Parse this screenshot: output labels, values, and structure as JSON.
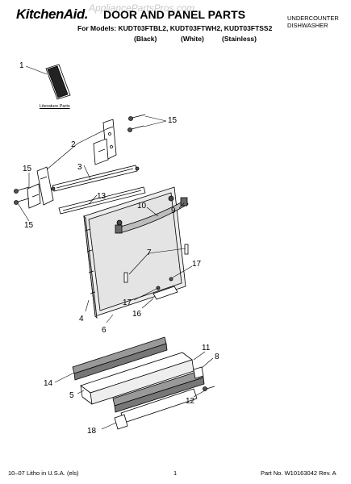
{
  "header": {
    "brand": "KitchenAid.",
    "title": "DOOR AND PANEL PARTS",
    "models": "For Models: KUDT03FTBL2, KUDT03FTWH2, KUDT03FTSS2",
    "finishes": [
      "(Black)",
      "(White)",
      "(Stainless)"
    ],
    "appliance_line1": "UNDERCOUNTER",
    "appliance_line2": "DISHWASHER",
    "watermark": "AppliancePartsPros.com"
  },
  "diagram": {
    "literature_label": "Literature Parts",
    "callouts": {
      "c1": "1",
      "c2": "2",
      "c3": "3",
      "c4": "4",
      "c5": "5",
      "c6": "6",
      "c7": "7",
      "c8": "8",
      "c9": "9",
      "c10": "10",
      "c11": "11",
      "c12": "12",
      "c13": "13",
      "c14": "14",
      "c15a": "15",
      "c15b": "15",
      "c15c": "15",
      "c16": "16",
      "c17a": "17",
      "c17b": "17",
      "c18": "18"
    }
  },
  "footer": {
    "left": "10–07 Litho in U.S.A. (els)",
    "page": "1",
    "right": "Part No. W10163042 Rev. A"
  }
}
